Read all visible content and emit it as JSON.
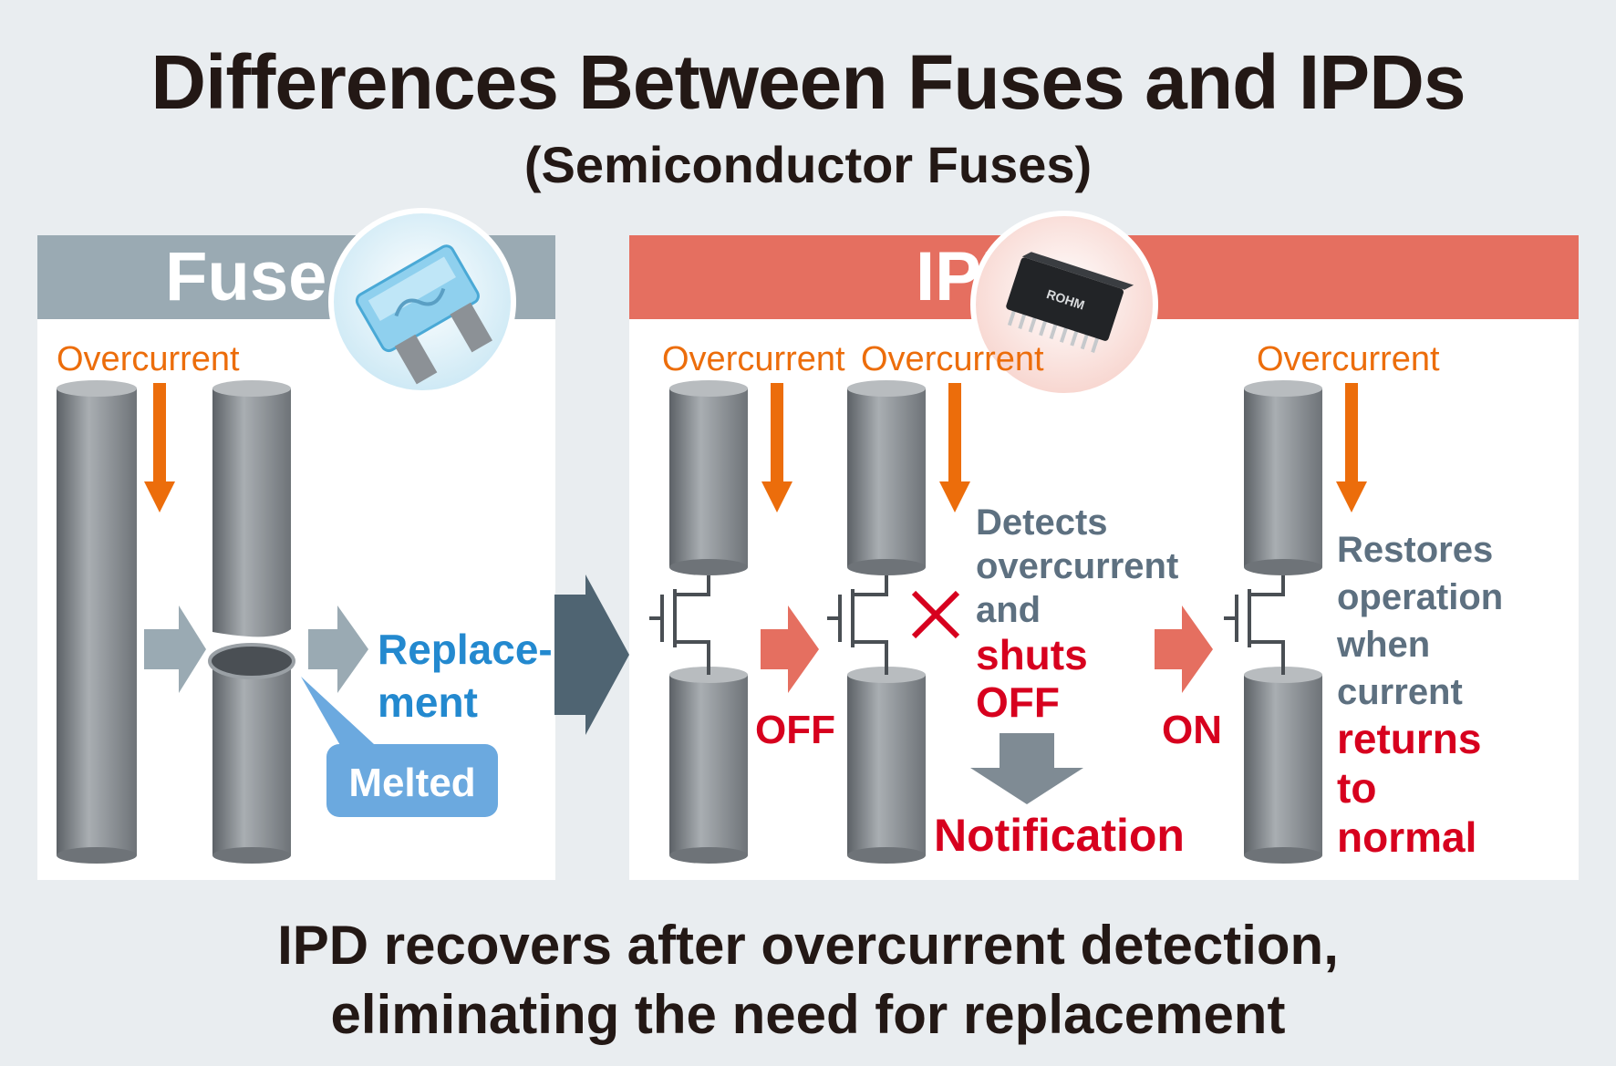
{
  "title": "Differences Between Fuses and IPDs",
  "subtitle": "(Semiconductor Fuses)",
  "fuse_panel": {
    "header": "Fuse",
    "overcurrent_label": "Overcurrent",
    "replacement_line1": "Replace-",
    "replacement_line2": "ment",
    "melted_label": "Melted"
  },
  "ipd_panel": {
    "header": "IPD",
    "chip_marking": "ROHM",
    "overcurrent_label_1": "Overcurrent",
    "overcurrent_label_2": "Overcurrent",
    "overcurrent_label_3": "Overcurrent",
    "off_label": "OFF",
    "on_label": "ON",
    "detects_lines": [
      "Detects",
      "overcurrent",
      "and"
    ],
    "shuts_lines": [
      "shuts",
      "OFF"
    ],
    "notification_label": "Notification",
    "restores_lines": [
      "Restores",
      "operation",
      "when",
      "current"
    ],
    "returns_lines": [
      "returns",
      "to",
      "normal"
    ]
  },
  "footer_line1": "IPD recovers after overcurrent detection,",
  "footer_line2": "eliminating the need for replacement",
  "colors": {
    "fuse_header": "#9aaab3",
    "ipd_header": "#e56f60",
    "overcurrent_arrow": "#ec6d0b",
    "flow_arrow_fuse": "#9aaab3",
    "flow_arrow_ipd": "#e56f60",
    "big_arrow": "#4f6472",
    "highlight_red": "#d7001e",
    "replacement_blue": "#2389cf",
    "melted_bubble": "#6ba9df",
    "explanation_gray": "#5d7080"
  }
}
